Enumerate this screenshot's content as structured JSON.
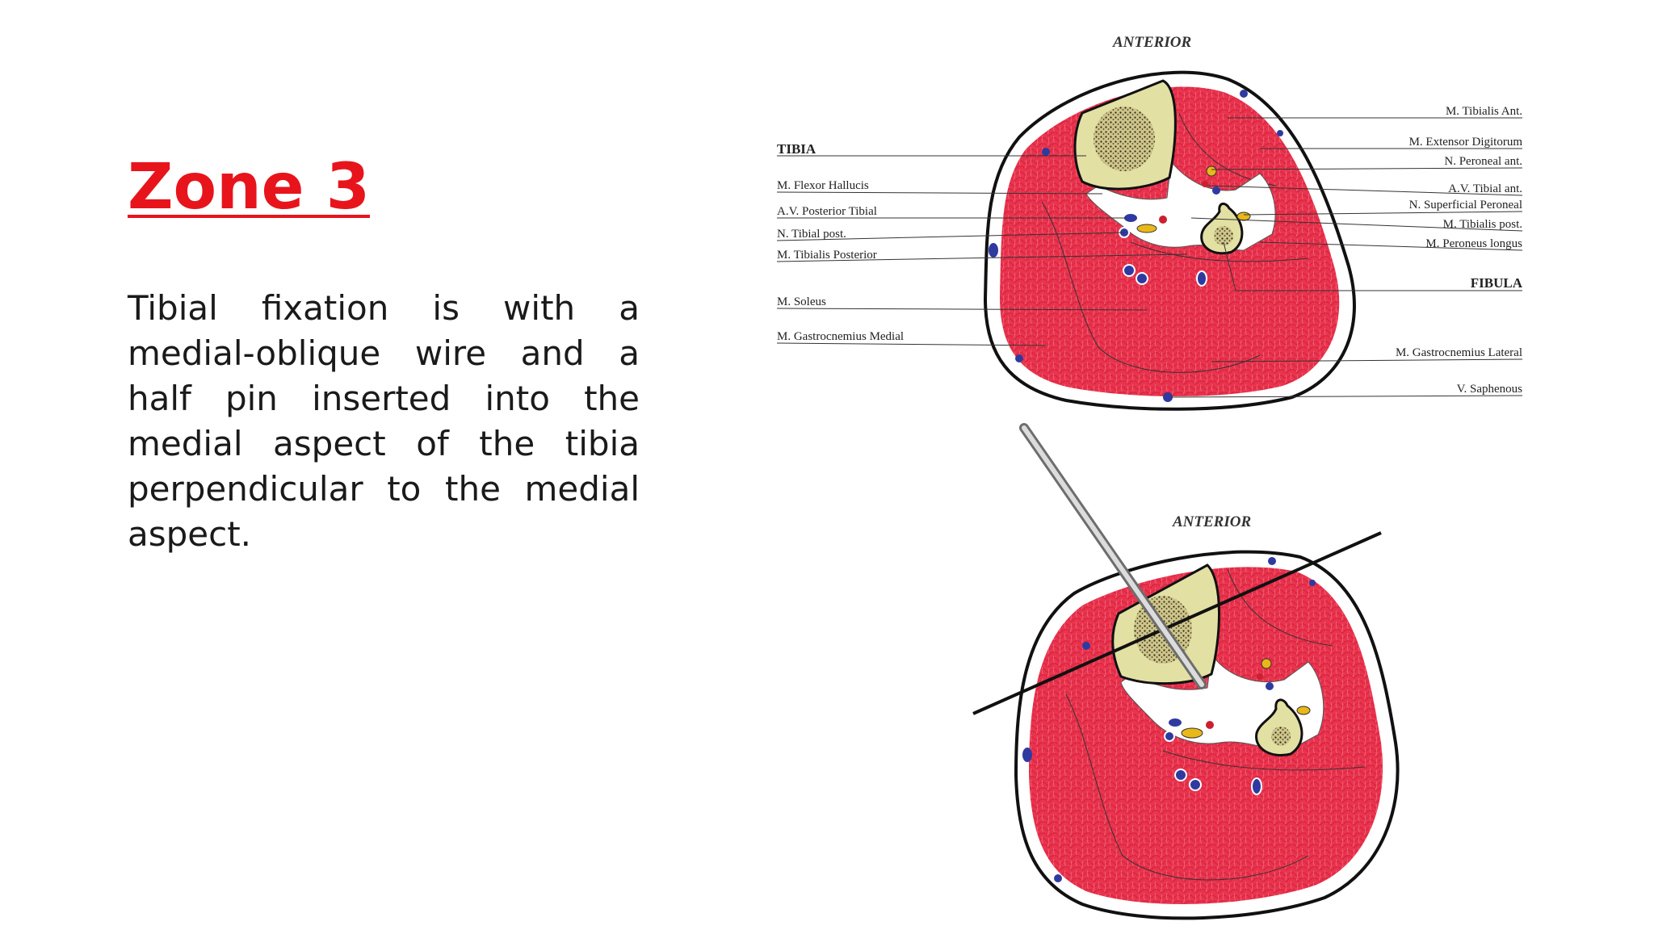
{
  "slide": {
    "title": "Zone 3",
    "body": "Tibial fixation is with a medial-oblique wire and a half pin inserted into the medial aspect of the tibia perpendicular to the medial aspect."
  },
  "diagram_top": {
    "heading": "ANTERIOR",
    "labels_left": {
      "tibia": "TIBIA",
      "flexor_hallucis": "M. Flexor Hallucis",
      "av_posterior_tibial": "A.V. Posterior Tibial",
      "tibial_post_nerve": "N. Tibial post.",
      "tibialis_posterior": "M. Tibialis Posterior",
      "soleus": "M. Soleus",
      "gastrocnemius_medial": "M. Gastrocnemius Medial"
    },
    "labels_right": {
      "tibialis_ant": "M. Tibialis Ant.",
      "extensor_digitorum": "M. Extensor Digitorum",
      "peroneal_ant": "N. Peroneal ant.",
      "av_tibial_ant": "A.V. Tibial ant.",
      "superficial_peroneal": "N. Superficial Peroneal",
      "tibialis_post": "M. Tibialis post.",
      "peroneus_longus": "M. Peroneus longus",
      "fibula": "FIBULA",
      "gastrocnemius_lateral": "M. Gastrocnemius Lateral",
      "saphenous": "V. Saphenous"
    }
  },
  "diagram_bottom": {
    "heading": "ANTERIOR"
  },
  "colors": {
    "title": "#e8141c",
    "muscle": "#e8344e",
    "bone": "#e3e0a4",
    "vein": "#2f3aa0",
    "artery": "#cc2030",
    "nerve": "#e8b818",
    "wire": "#111111",
    "pin": "#b8b8b8"
  }
}
